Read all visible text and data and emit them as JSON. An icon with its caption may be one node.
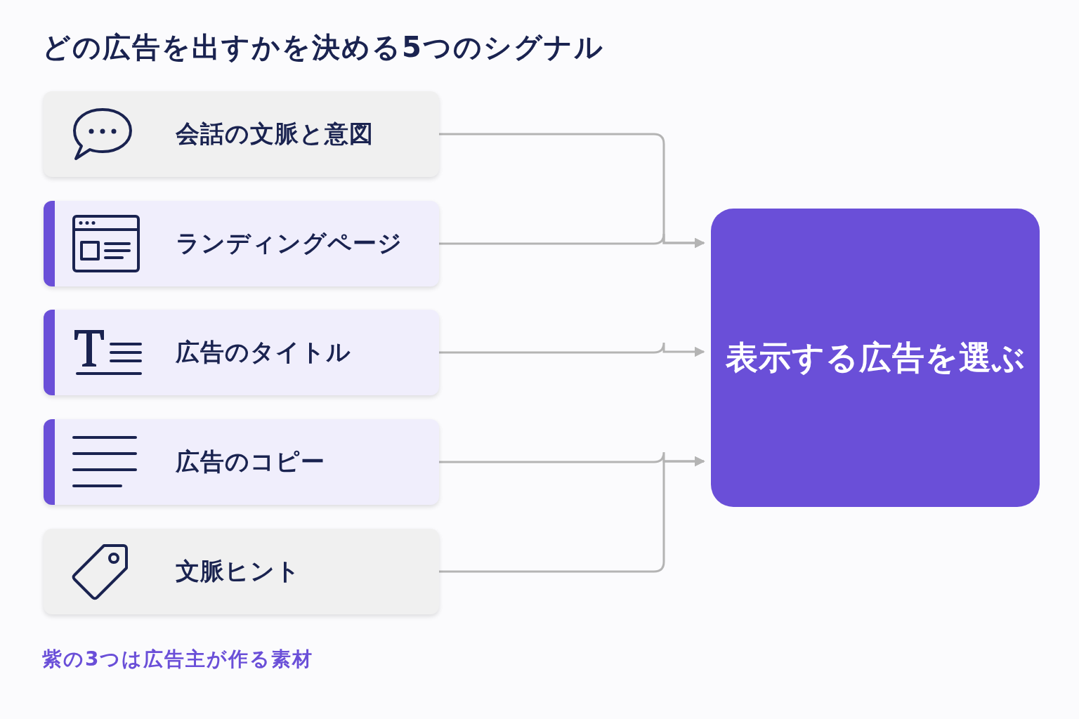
{
  "diagram": {
    "title": "どの広告を出すかを決める5つのシグナル",
    "nodes": [
      {
        "text": [
          "会話の文脈と意図"
        ]
      },
      {
        "text": [
          "ランディングページ"
        ]
      },
      {
        "text": [
          "広告のタイトル"
        ]
      },
      {
        "text": [
          "広告のコピー"
        ]
      },
      {
        "text": [
          "文脈ヒント"
        ]
      },
      {
        "text": [
          "表示する広告を選ぶ"
        ]
      }
    ],
    "edges": [
      {
        "from": 0,
        "to": 5,
        "arrow": "to"
      },
      {
        "from": 1,
        "to": 5,
        "arrow": "to"
      },
      {
        "from": 2,
        "to": 5,
        "arrow": "to"
      },
      {
        "from": 3,
        "to": 5,
        "arrow": "to"
      },
      {
        "from": 4,
        "to": 5,
        "arrow": "to"
      }
    ],
    "labels": [
      "紫の3つは広告主が作る素材"
    ]
  }
}
